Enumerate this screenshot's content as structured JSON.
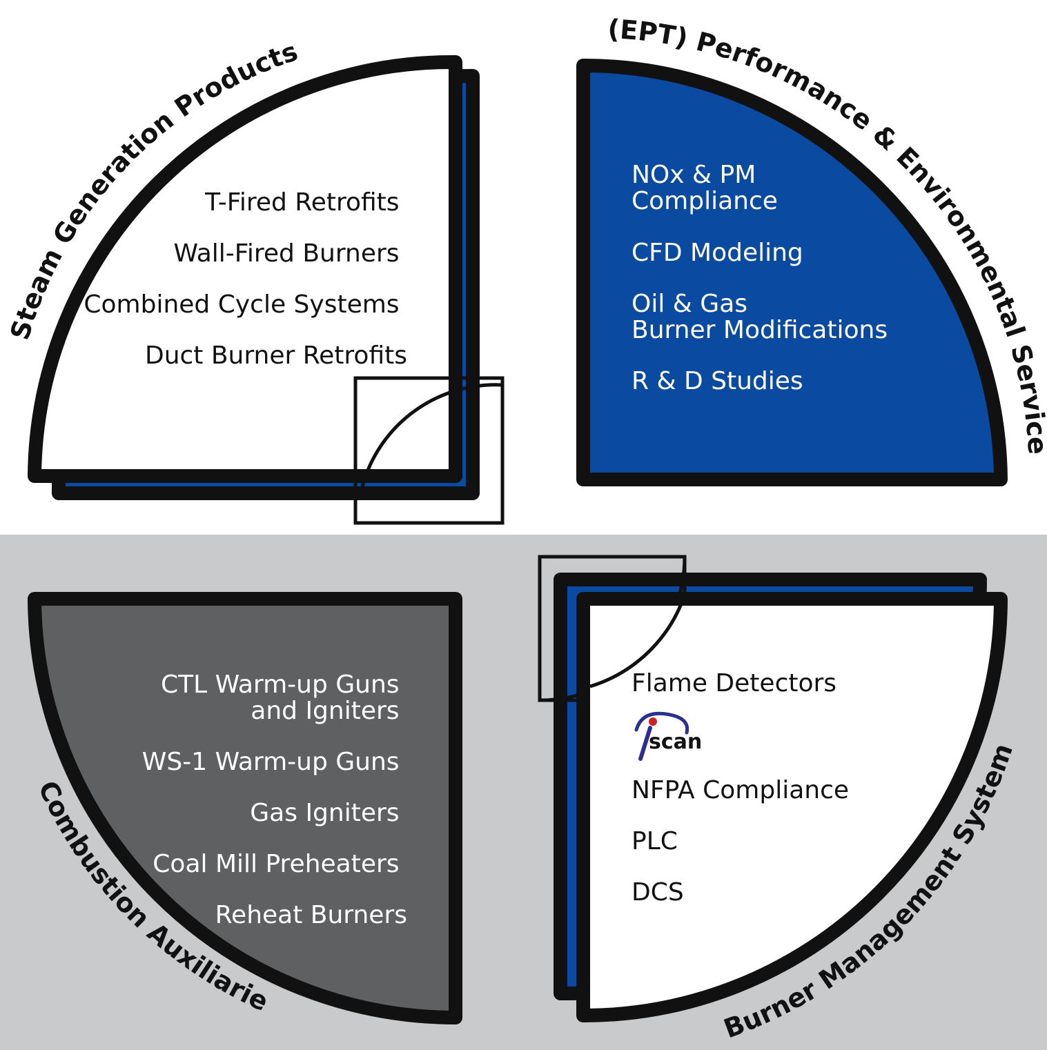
{
  "colors": {
    "blue": "#0a4aa0",
    "dark_gray": "#5f6062",
    "light_gray": "#c9cacc",
    "outline": "#111111",
    "white": "#ffffff"
  },
  "quadrants": {
    "steam_generation": {
      "title": "Steam Generation Products",
      "items": [
        "T-Fired Retrofits",
        "Wall-Fired Burners",
        "Combined Cycle Systems",
        "Duct Burner Retrofits"
      ]
    },
    "ept": {
      "title": "(EPT) Performance & Environmental Services",
      "items": [
        [
          "NOx & PM",
          "Compliance"
        ],
        [
          "CFD Modeling"
        ],
        [
          "Oil & Gas",
          "Burner Modifications"
        ],
        [
          "R & D Studies"
        ]
      ]
    },
    "combustion_auxiliaries": {
      "title": "Combustion Auxiliaries",
      "items": [
        [
          "CTL Warm-up Guns",
          "and Igniters"
        ],
        [
          "WS-1 Warm-up Guns"
        ],
        [
          "Gas Igniters"
        ],
        [
          "Coal Mill Preheaters"
        ],
        [
          "Reheat Burners"
        ]
      ]
    },
    "burner_management": {
      "title": "Burner Management Systems",
      "items": [
        "Flame Detectors",
        "NFPA Compliance",
        "PLC",
        "DCS"
      ],
      "logo": {
        "text": "scan",
        "icon": "iscan-logo-icon"
      }
    }
  }
}
